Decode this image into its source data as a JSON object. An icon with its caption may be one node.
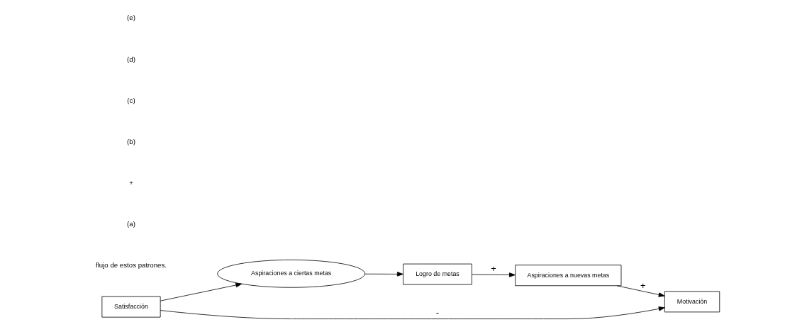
{
  "diagram": {
    "nodes": [
      {
        "text": [
          "Satisfacción"
        ]
      },
      {
        "text": [
          "Logro de metas"
        ]
      },
      {
        "text": [
          "Aspiraciones a ciertas metas"
        ]
      },
      {
        "text": [
          "Motivación"
        ]
      },
      {
        "text": [
          "Aspiraciones a nuevas metas"
        ]
      }
    ],
    "edges": [
      {
        "from": 0,
        "to": 2,
        "arrow": "to"
      },
      {
        "from": 0,
        "to": 3,
        "arrow": "to",
        "label": "-"
      },
      {
        "from": 2,
        "to": 1,
        "arrow": "to"
      },
      {
        "from": 1,
        "to": 4,
        "arrow": "to",
        "label": "+"
      },
      {
        "from": 4,
        "to": 3,
        "arrow": "to",
        "label": "+"
      }
    ],
    "labels": [
      "flujo de estos patrones.",
      "(a)",
      "+",
      "(b)",
      "(c)",
      "(d)",
      "(e)"
    ]
  }
}
